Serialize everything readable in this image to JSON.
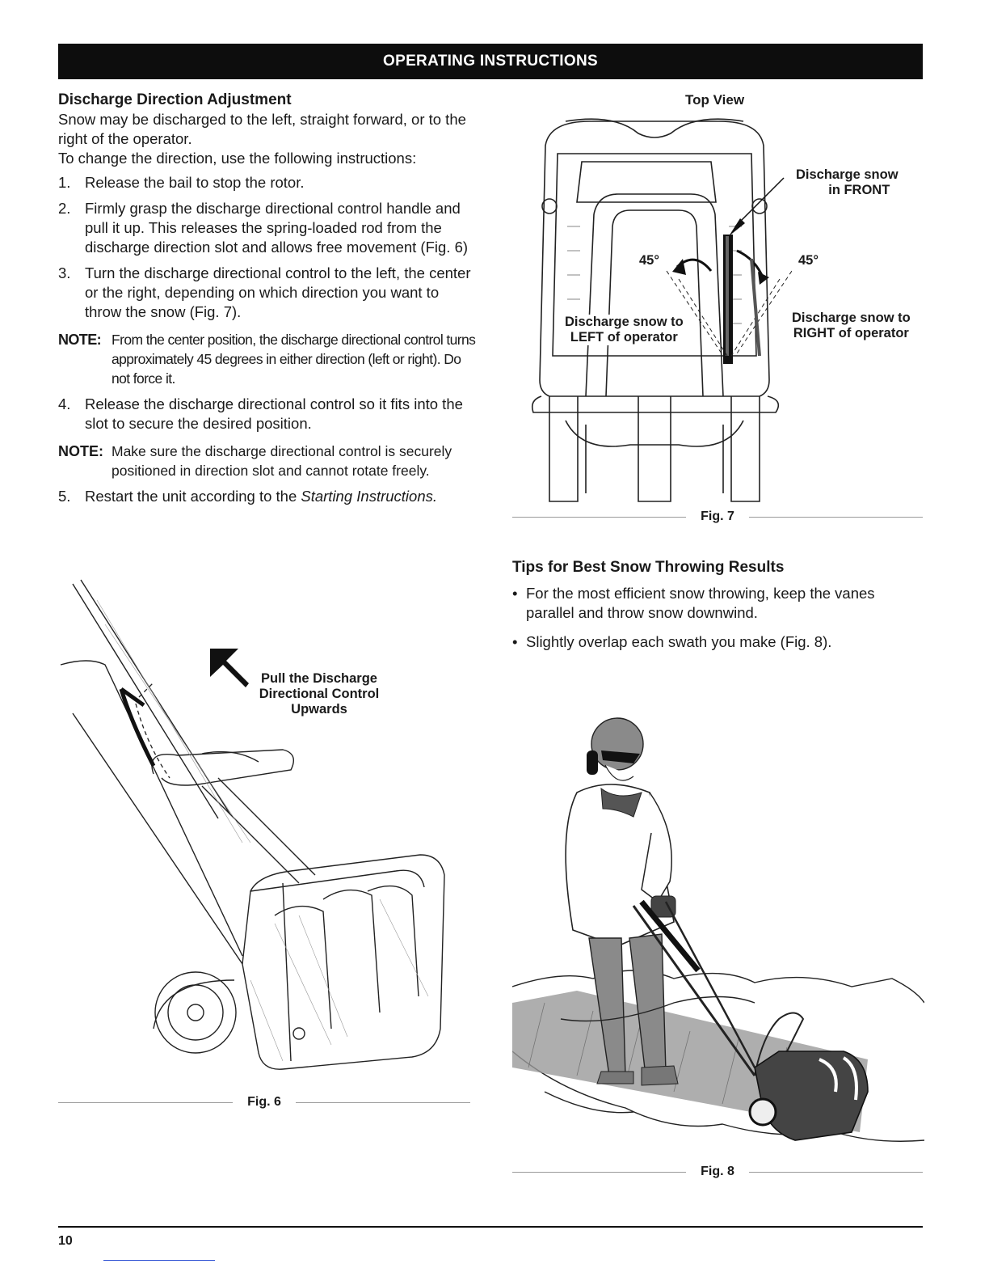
{
  "header": {
    "title": "OPERATING INSTRUCTIONS"
  },
  "discharge": {
    "heading": "Discharge Direction Adjustment",
    "intro": "Snow may be discharged to the left, straight forward, or to the right of the operator.",
    "intro2": "To change the direction, use the following instructions:",
    "steps": [
      {
        "num": "1.",
        "text": "Release the bail to stop the rotor."
      },
      {
        "num": "2.",
        "text": "Firmly grasp the discharge directional control handle and pull it up. This releases the spring-loaded rod from the discharge direction slot and allows free movement (Fig. 6)"
      },
      {
        "num": "3.",
        "text": "Turn the discharge directional control to the left, the center or the right, depending on which direction you want to throw the snow (Fig. 7)."
      },
      {
        "num": "4.",
        "text": "Release the discharge directional control so it fits into the slot to secure the desired position."
      },
      {
        "num": "5.",
        "text_before": "Restart the unit according to the ",
        "text_italic": "Starting Instructions."
      }
    ],
    "note1": {
      "label": "NOTE:",
      "text": "From the center position, the discharge directional control turns approximately 45 degrees in either direction (left or right). Do not force it."
    },
    "note2": {
      "label": "NOTE:",
      "text": "Make sure the discharge directional control is securely positioned in direction slot and cannot rotate freely."
    }
  },
  "fig6": {
    "caption": "Fig. 6",
    "label_line1": "Pull the Discharge",
    "label_line2": "Directional Control",
    "label_line3": "Upwards"
  },
  "fig7": {
    "title": "Top View",
    "caption": "Fig. 7",
    "front_line1": "Discharge snow",
    "front_line2": "in FRONT",
    "left_line1": "Discharge snow to",
    "left_line2": "LEFT of operator",
    "right_line1": "Discharge snow to",
    "right_line2": "RIGHT of operator",
    "angle_left": "45°",
    "angle_right": "45°"
  },
  "tips": {
    "heading": "Tips for Best Snow Throwing Results",
    "items": [
      "For the most efficient snow throwing, keep the vanes parallel and throw snow downwind.",
      "Slightly overlap each swath you make (Fig. 8)."
    ]
  },
  "fig8": {
    "caption": "Fig. 8"
  },
  "footer": {
    "page_number": "10"
  }
}
